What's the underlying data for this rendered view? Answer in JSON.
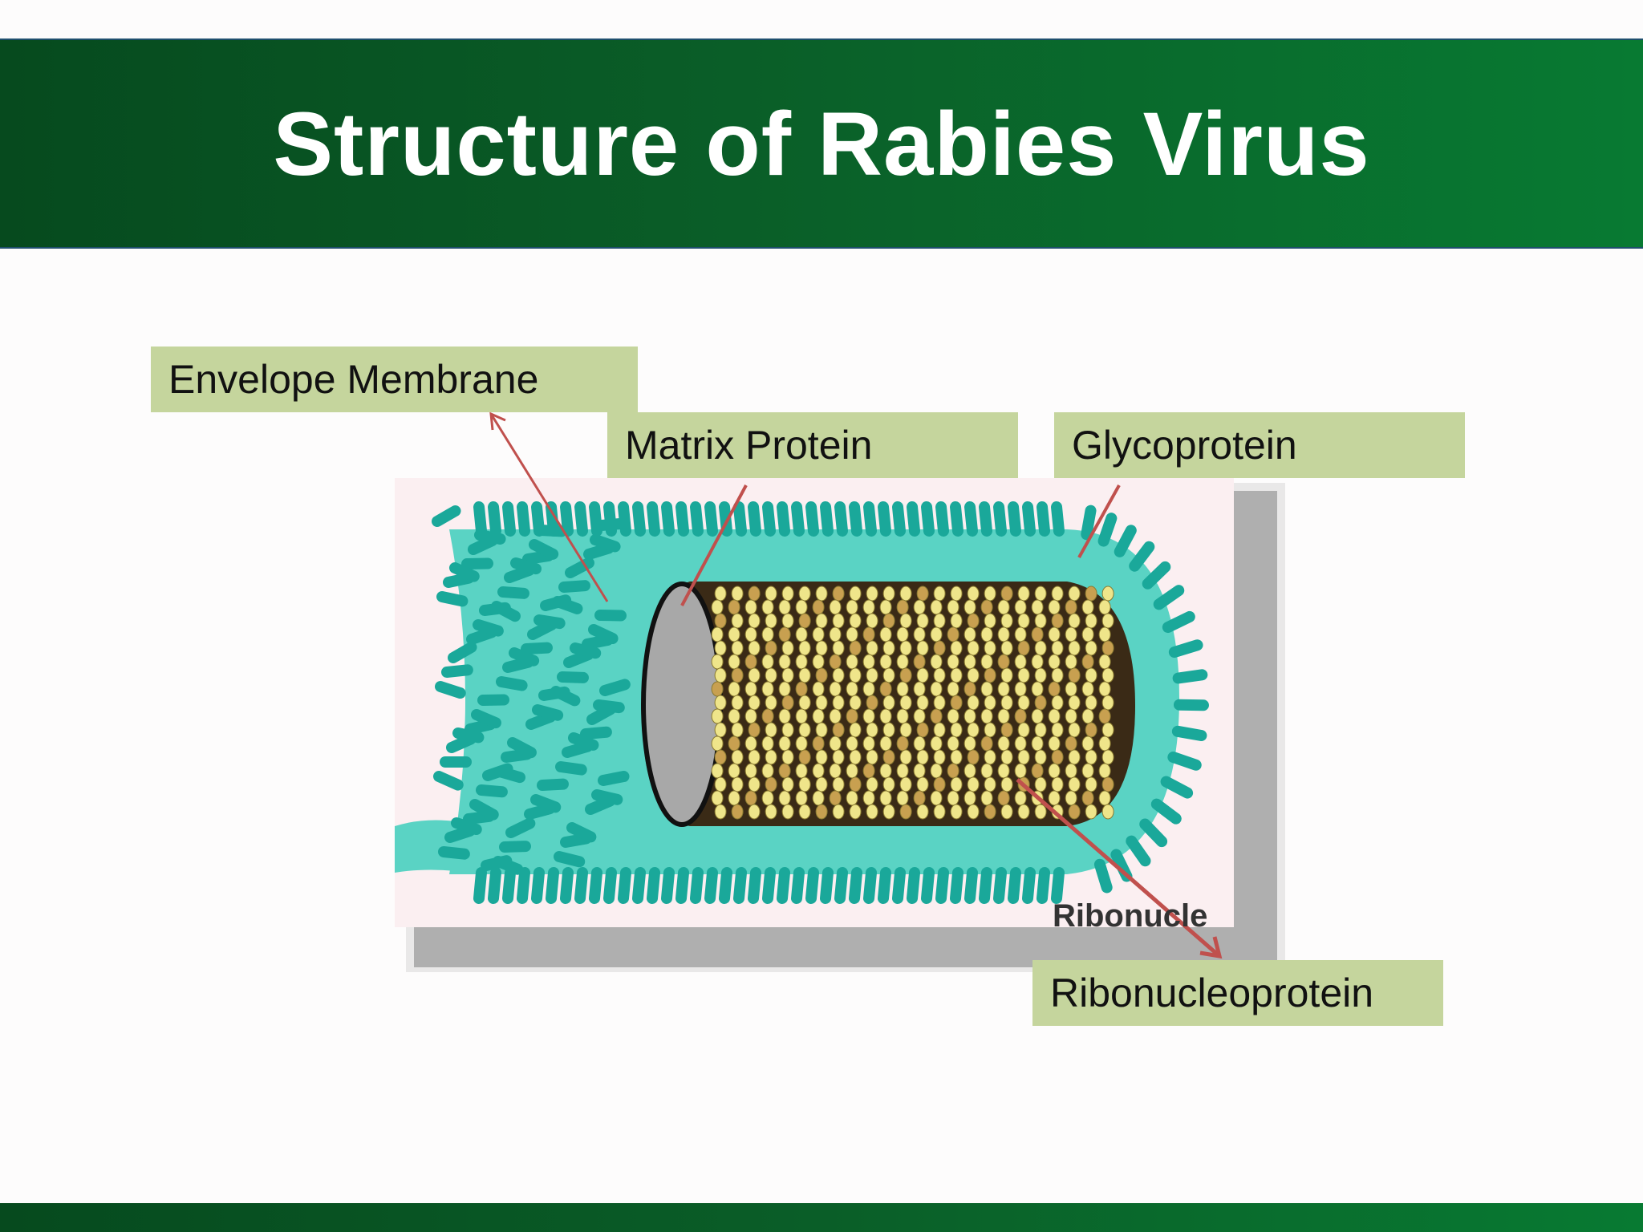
{
  "slide": {
    "title": "Structure of Rabies Virus"
  },
  "labels": {
    "envelope": "Envelope Membrane",
    "matrix": "Matrix Protein",
    "glycoprotein": "Glycoprotein",
    "ribonucleoprotein": "Ribonucleoprotein"
  },
  "image_caption_fragment": "Ribonucle",
  "colors": {
    "title_band": "#0a5e28",
    "label_fill": "#c5d59d",
    "spike": "#1aa89a",
    "envelope": "#5ad3c4",
    "matrix": "#a8a8a8",
    "rnp_coil": "#efe58a",
    "arrow": "#c0504d"
  }
}
